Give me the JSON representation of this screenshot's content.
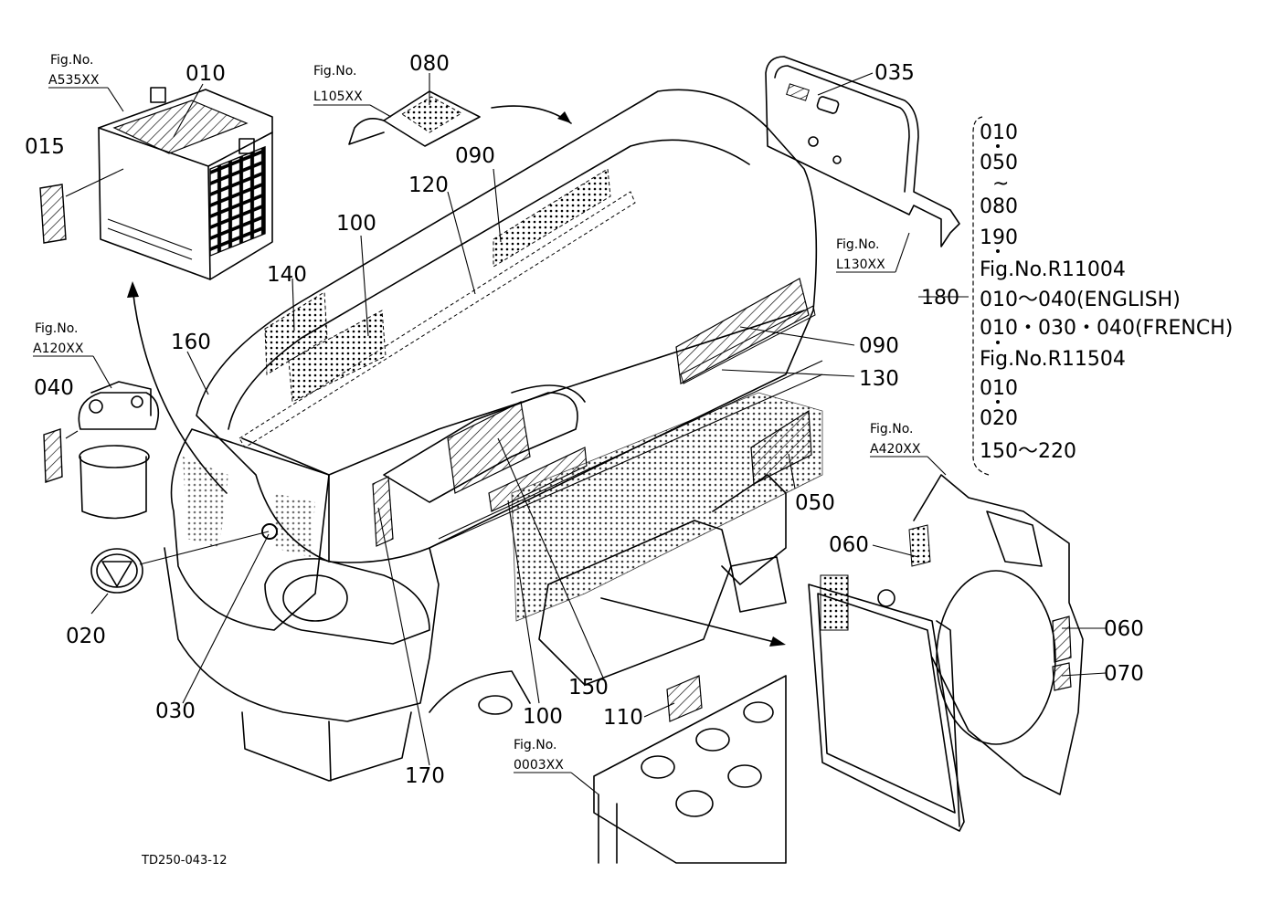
{
  "part_labels": {
    "p010": "010",
    "p015": "015",
    "p020": "020",
    "p030": "030",
    "p035": "035",
    "p040": "040",
    "p050": "050",
    "p060a": "060",
    "p060b": "060",
    "p070": "070",
    "p080": "080",
    "p090a": "090",
    "p090b": "090",
    "p100a": "100",
    "p100b": "100",
    "p110": "110",
    "p120": "120",
    "p130": "130",
    "p140": "140",
    "p150": "150",
    "p160": "160",
    "p170": "170"
  },
  "figure_refs": [
    {
      "label": "Fig.No.",
      "code": "A535XX"
    },
    {
      "label": "Fig.No.",
      "code": "L105XX"
    },
    {
      "label": "Fig.No.",
      "code": "A120XX"
    },
    {
      "label": "Fig.No.",
      "code": "L130XX"
    },
    {
      "label": "Fig.No.",
      "code": "A420XX"
    },
    {
      "label": "Fig.No.",
      "code": "0003XX"
    }
  ],
  "legend": {
    "ref": "180",
    "lines": [
      "010",
      "050",
      "~",
      "080",
      "190",
      "Fig.No.R11004",
      "010～040(ENGLISH)",
      "010・030・040(FRENCH)",
      "Fig.No.R11504",
      "010",
      "020",
      "150～220"
    ]
  },
  "drawing_code": "TD250-043-12"
}
